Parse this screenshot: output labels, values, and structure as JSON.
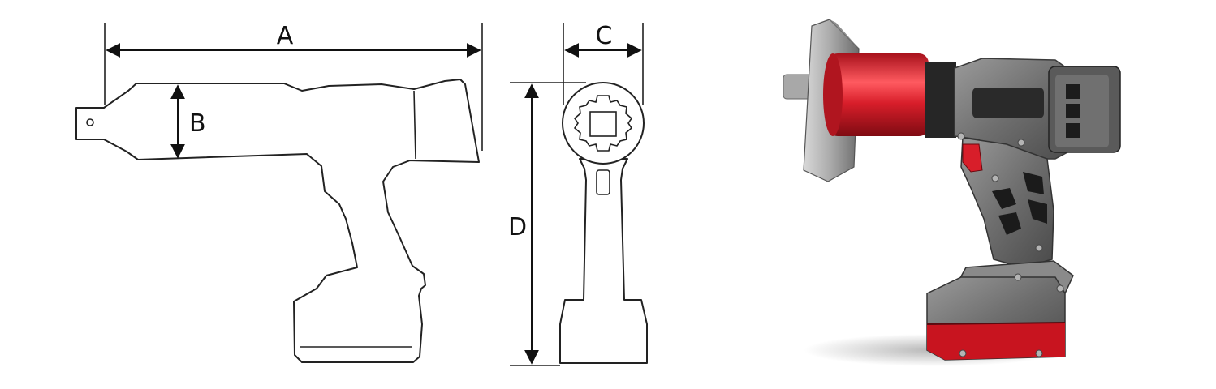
{
  "diagram": {
    "dimensions": {
      "a": "A",
      "b": "B",
      "c": "C",
      "d": "D"
    }
  },
  "colors": {
    "line": "#222222",
    "accent_red": "#d81e2a",
    "body_gray": "#7d7d7d"
  }
}
